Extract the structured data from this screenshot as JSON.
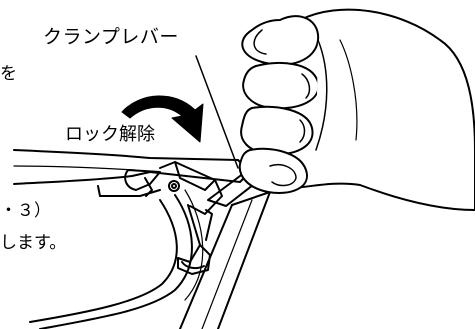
{
  "figure": {
    "labels": {
      "clamp_lever": "クランプレバー",
      "lock_release": "ロック解除"
    },
    "text_fragments": {
      "object_particle": "を",
      "reference": "・３）",
      "sentence_end": "します。"
    },
    "colors": {
      "ink": "#000000",
      "paper": "#ffffff"
    },
    "icons": [
      "curved-arrow-icon"
    ]
  }
}
